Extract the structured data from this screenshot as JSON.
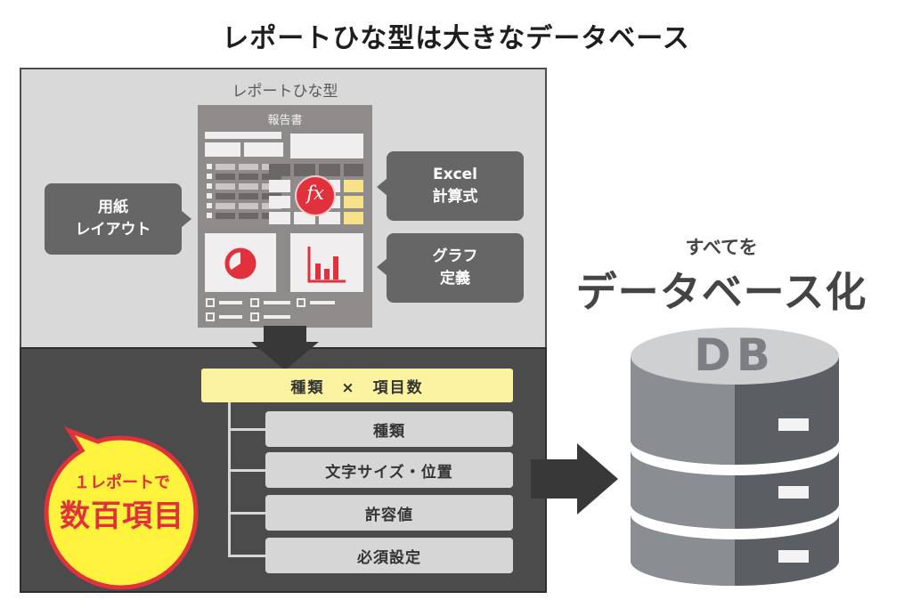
{
  "title": "レポートひな型は大きなデータベース",
  "template": {
    "label": "レポートひな型",
    "document_title": "報告書",
    "formula_symbol": "fx"
  },
  "callouts": {
    "paper_layout": "用紙\nレイアウト",
    "excel_formula": "Excel\n計算式",
    "graph_definition": "グラフ\n定義"
  },
  "items_header": "種類　×　項目数",
  "items": [
    "種類",
    "文字サイズ・位置",
    "許容値",
    "必須設定"
  ],
  "badge": {
    "line1": "１レポートで",
    "line2": "数百項目"
  },
  "right": {
    "subtitle": "すべてを",
    "headline": "データベース化",
    "db_label": "DB"
  },
  "colors": {
    "accent_red": "#e0313c",
    "badge_yellow": "#fff23d",
    "header_yellow": "#fbf3a0",
    "cell_yellow": "#f7e28a"
  }
}
